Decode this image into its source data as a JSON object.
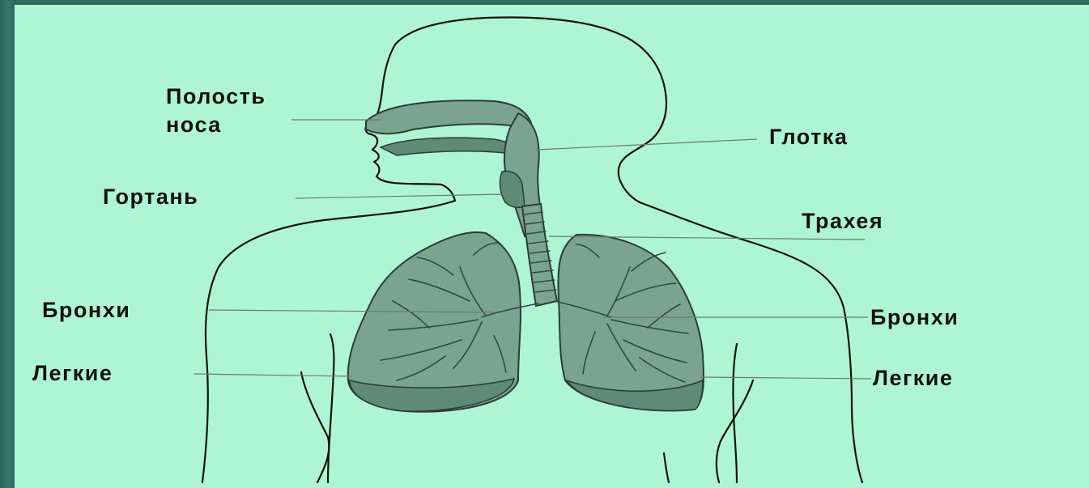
{
  "colors": {
    "background": "#aef5d6",
    "frame": "#2e6a5c",
    "organ_fill": "#7aa391",
    "outline": "#111111"
  },
  "labels": {
    "nasal_cavity_line1": "Полость",
    "nasal_cavity_line2": "носа",
    "pharynx": "Глотка",
    "larynx": "Гортань",
    "trachea": "Трахея",
    "bronchi_left": "Бронхи",
    "bronchi_right": "Бронхи",
    "lungs_left": "Легкие",
    "lungs_right": "Легкие"
  }
}
